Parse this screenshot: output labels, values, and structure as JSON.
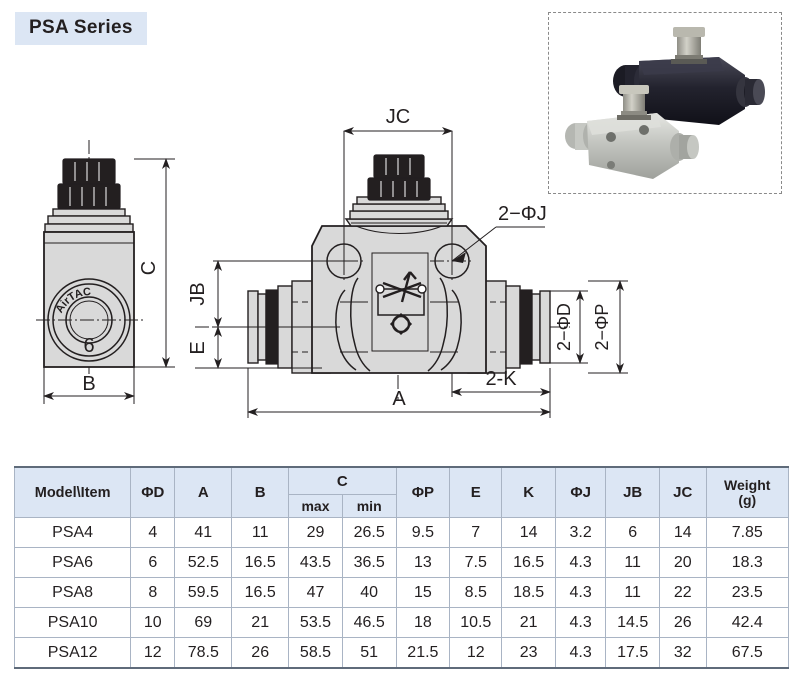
{
  "header": {
    "series_title": "PSA Series"
  },
  "photo": {
    "caption": "",
    "items": [
      {
        "name": "valve-photo-dark",
        "color": "#2c2c38"
      },
      {
        "name": "valve-photo-light",
        "color": "#c9cbc6"
      }
    ]
  },
  "drawing": {
    "side_view": {
      "labels": {
        "height": "C",
        "width": "B",
        "brand": "AirTAC",
        "port_size": "6"
      }
    },
    "front_view": {
      "labels": {
        "jc": "JC",
        "jb": "JB",
        "e": "E",
        "a": "A",
        "two_k": "2-K",
        "two_phi_j": "2−ΦJ",
        "two_phi_d": "2−ΦD",
        "two_phi_p": "2−ΦP"
      }
    },
    "colors": {
      "body_fill": "#d9d9d9",
      "knob_fill": "#231f20",
      "line": "#231f20",
      "header_blue": "#dce6f4"
    }
  },
  "table": {
    "headers": {
      "model": "Model\\Item",
      "phi_d": "ΦD",
      "a": "A",
      "b": "B",
      "c": "C",
      "c_max": "max",
      "c_min": "min",
      "phi_p": "ΦP",
      "e": "E",
      "k": "K",
      "phi_j": "ΦJ",
      "jb": "JB",
      "jc": "JC",
      "weight": "Weight",
      "weight_unit": "(g)"
    },
    "rows": [
      {
        "model": "PSA4",
        "phi_d": "4",
        "a": "41",
        "b": "11",
        "c_max": "29",
        "c_min": "26.5",
        "phi_p": "9.5",
        "e": "7",
        "k": "14",
        "phi_j": "3.2",
        "jb": "6",
        "jc": "14",
        "weight": "7.85"
      },
      {
        "model": "PSA6",
        "phi_d": "6",
        "a": "52.5",
        "b": "16.5",
        "c_max": "43.5",
        "c_min": "36.5",
        "phi_p": "13",
        "e": "7.5",
        "k": "16.5",
        "phi_j": "4.3",
        "jb": "11",
        "jc": "20",
        "weight": "18.3"
      },
      {
        "model": "PSA8",
        "phi_d": "8",
        "a": "59.5",
        "b": "16.5",
        "c_max": "47",
        "c_min": "40",
        "phi_p": "15",
        "e": "8.5",
        "k": "18.5",
        "phi_j": "4.3",
        "jb": "11",
        "jc": "22",
        "weight": "23.5"
      },
      {
        "model": "PSA10",
        "phi_d": "10",
        "a": "69",
        "b": "21",
        "c_max": "53.5",
        "c_min": "46.5",
        "phi_p": "18",
        "e": "10.5",
        "k": "21",
        "phi_j": "4.3",
        "jb": "14.5",
        "jc": "26",
        "weight": "42.4"
      },
      {
        "model": "PSA12",
        "phi_d": "12",
        "a": "78.5",
        "b": "26",
        "c_max": "58.5",
        "c_min": "51",
        "phi_p": "21.5",
        "e": "12",
        "k": "23",
        "phi_j": "4.3",
        "jb": "17.5",
        "jc": "32",
        "weight": "67.5"
      }
    ]
  }
}
